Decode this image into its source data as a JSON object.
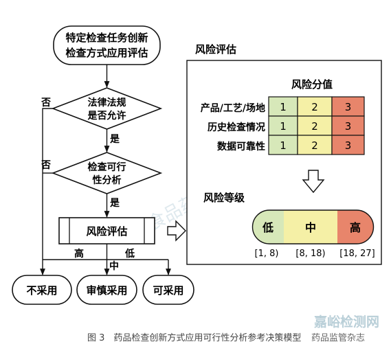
{
  "flowchart": {
    "start_line1": "特定检查任务创新",
    "start_line2": "检查方式应用评估",
    "decision1_line1": "法律法规",
    "decision1_line2": "是否允许",
    "decision2_line1": "检查可行",
    "decision2_line2": "性分析",
    "yes1": "是",
    "yes2": "是",
    "no1": "否",
    "no2": "否",
    "process": "风险评估",
    "high": "高",
    "mid": "中",
    "low": "低",
    "outcome_reject": "不采用",
    "outcome_caution": "审慎采用",
    "outcome_accept": "可采用"
  },
  "risk_panel": {
    "title": "风险评估",
    "score_title": "风险分值",
    "rows": [
      {
        "label": "产品/工艺/场地",
        "values": [
          "1",
          "2",
          "3"
        ]
      },
      {
        "label": "历史检查情况",
        "values": [
          "1",
          "2",
          "3"
        ]
      },
      {
        "label": "数据可靠性",
        "values": [
          "1",
          "2",
          "3"
        ]
      }
    ],
    "level_title": "风险等级",
    "levels": [
      {
        "label": "低",
        "range": "[1, 8)"
      },
      {
        "label": "中",
        "range": "[8, 18)"
      },
      {
        "label": "高",
        "range": "[18, 27]"
      }
    ],
    "colors": {
      "green": "#d7e8b9",
      "yellow": "#f5f0a6",
      "red": "#e8856b"
    }
  },
  "caption": "图 3　药品检查创新方式应用可行性分析参考决策模型",
  "watermark_source": "药品监管杂志",
  "watermark_site": "嘉峪检测网"
}
